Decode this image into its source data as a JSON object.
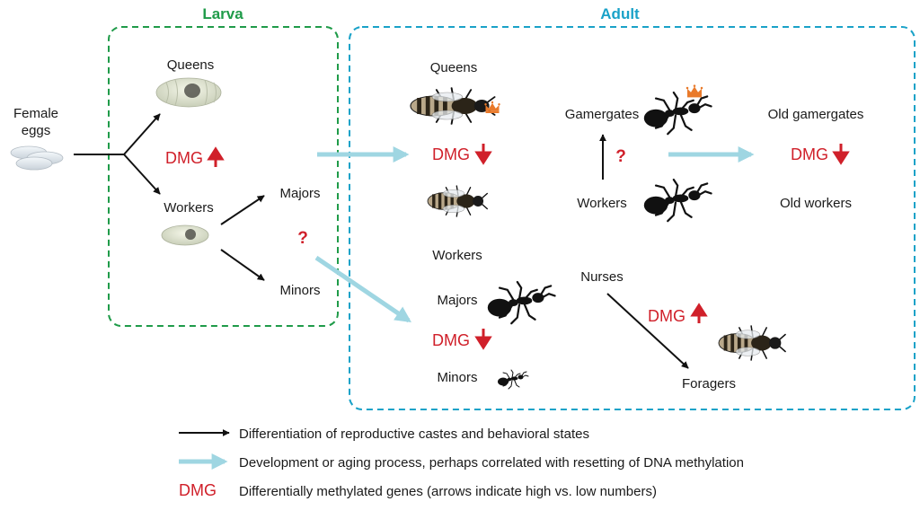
{
  "sections": {
    "larva": "Larva",
    "adult": "Adult"
  },
  "colors": {
    "larva_green": "#1f9b49",
    "adult_blue": "#1aa2c8",
    "dmg_red": "#d0202a",
    "light_arrow": "#9fd6e2",
    "black": "#111111"
  },
  "labels": {
    "female_eggs_line1": "Female",
    "female_eggs_line2": "eggs",
    "larva_queens": "Queens",
    "larva_workers": "Workers",
    "majors": "Majors",
    "minors": "Minors",
    "adult_queens": "Queens",
    "adult_workers": "Workers",
    "adult_majors": "Majors",
    "adult_minors": "Minors",
    "gamergates": "Gamergates",
    "workers_mid": "Workers",
    "old_gamergates": "Old gamergates",
    "old_workers": "Old workers",
    "nurses": "Nurses",
    "foragers": "Foragers",
    "question": "?"
  },
  "dmg": {
    "larva": {
      "text": "DMG",
      "direction": "up"
    },
    "queens_adult": {
      "text": "DMG",
      "direction": "down"
    },
    "majors_minors": {
      "text": "DMG",
      "direction": "down"
    },
    "old_gamergates": {
      "text": "DMG",
      "direction": "down"
    },
    "nurses_foragers": {
      "text": "DMG",
      "direction": "up"
    }
  },
  "legend": {
    "black_arrow": "Differentiation of reproductive castes and behavioral states",
    "blue_arrow": "Development or aging process, perhaps correlated with resetting of DNA methylation",
    "dmg_label": "DMG",
    "dmg_desc": "Differentially methylated genes (arrows indicate high vs. low numbers)"
  },
  "icons": [
    "egg-icon",
    "larva-icon",
    "bee-queen-icon",
    "bee-worker-icon",
    "ant-icon",
    "crown-icon",
    "ant-major-icon",
    "ant-minor-icon",
    "bee-forager-icon"
  ]
}
